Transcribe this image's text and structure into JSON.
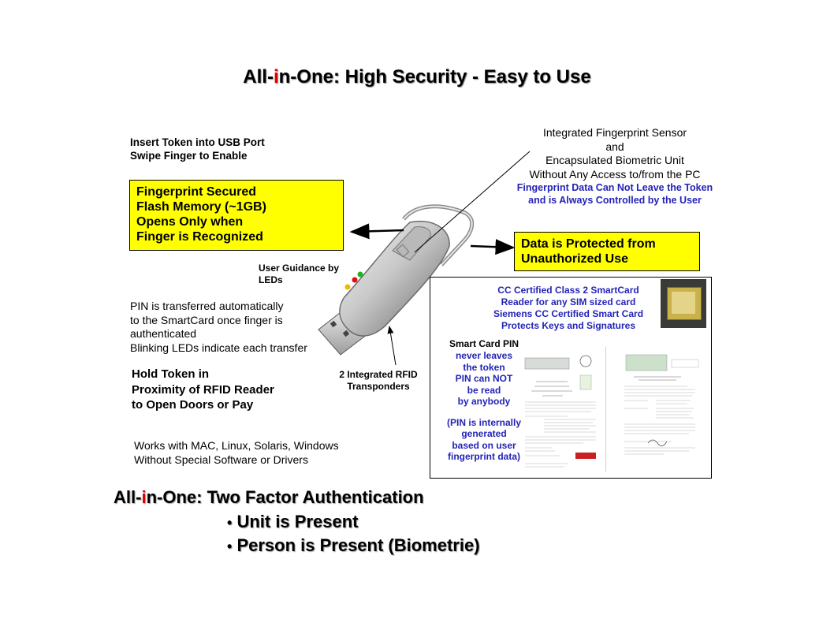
{
  "title": {
    "pre": "All-",
    "hl": "i",
    "post": "n-One:  High Security  -  Easy to Use"
  },
  "insert_token": [
    "Insert Token into USB Port",
    "Swipe Finger to Enable"
  ],
  "fingerprint_box": [
    "Fingerprint Secured",
    "Flash Memory (~1GB)",
    "Opens Only when",
    "Finger is Recognized"
  ],
  "sensor_text": [
    "Integrated Fingerprint Sensor",
    "and",
    "Encapsulated Biometric Unit",
    "Without Any Access to/from the PC"
  ],
  "sensor_blue": [
    "Fingerprint Data Can Not Leave the Token",
    "and is Always Controlled by the User"
  ],
  "data_box": [
    "Data is Protected from",
    "Unauthorized Use"
  ],
  "user_guidance": [
    "User Guidance by",
    "LEDs"
  ],
  "pin_text": [
    "PIN is transferred automatically",
    "to the SmartCard once finger is",
    "authenticated",
    "Blinking LEDs indicate each transfer"
  ],
  "rfid_label": [
    "2 Integrated RFID",
    "Transponders"
  ],
  "hold_token": [
    "Hold Token in",
    "Proximity of RFID Reader",
    "to Open Doors or Pay"
  ],
  "works_with": [
    "Works with MAC, Linux, Solaris, Windows",
    "Without Special Software or Drivers"
  ],
  "cc_certified": [
    "CC Certified Class 2 SmartCard",
    "Reader  for any SIM sized card",
    "Siemens CC Certified Smart Card",
    "Protects Keys and Signatures"
  ],
  "smartcard_pin": {
    "header": "Smart Card PIN",
    "lines": [
      "never leaves",
      "the token",
      "PIN  can NOT",
      "be read",
      "by anybody"
    ],
    "note": [
      "(PIN is internally",
      "generated",
      "based on user",
      "fingerprint data)"
    ]
  },
  "bottom": {
    "pre": "All-",
    "hl": "i",
    "post": "n-One: Two Factor Authentication",
    "bullets": [
      "Unit is Present",
      "Person is Present (Biometrie)"
    ],
    "bullet_char": "•"
  },
  "colors": {
    "highlight": "#e00000",
    "box_yellow": "#ffff00",
    "blue_text": "#2323b8"
  }
}
